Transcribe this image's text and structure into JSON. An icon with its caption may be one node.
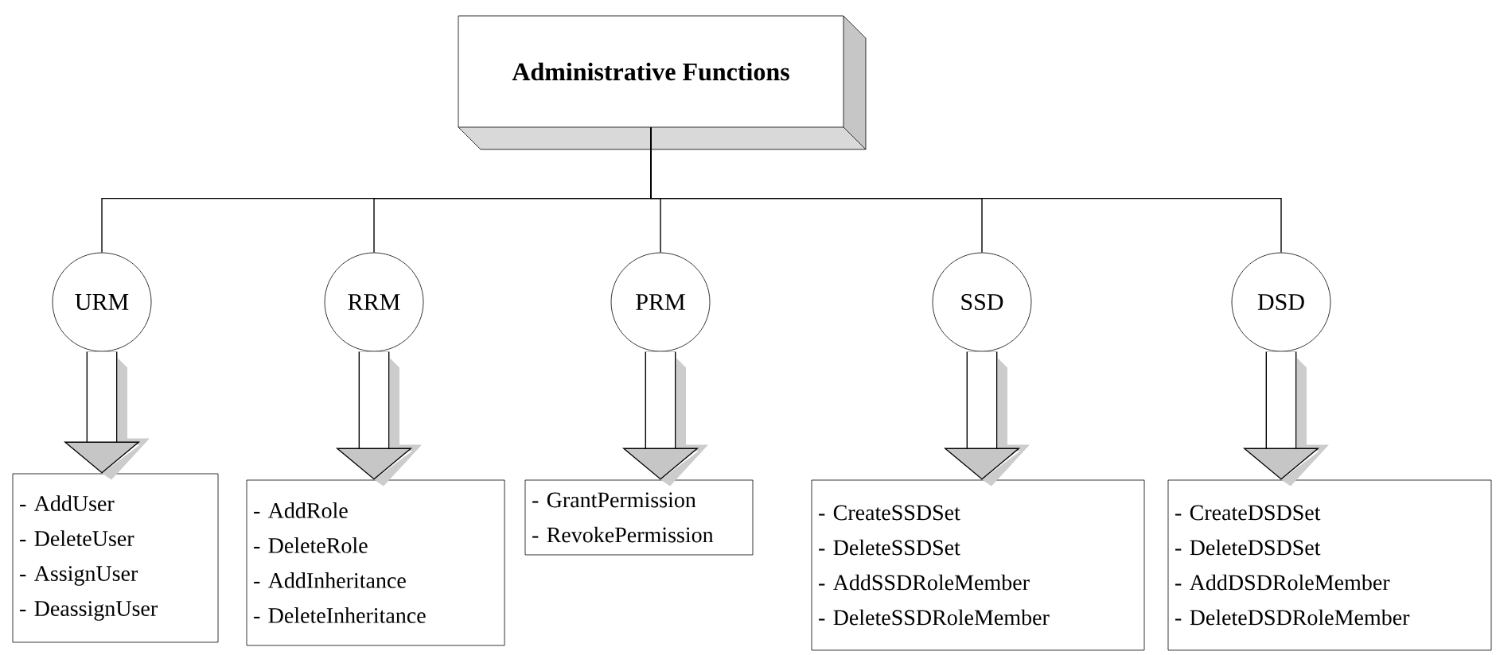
{
  "diagram": {
    "nodes": [
      {
        "text": [
          "Administrative Functions"
        ]
      },
      {
        "text": [
          "URM"
        ]
      },
      {
        "text": [
          "RRM"
        ]
      },
      {
        "text": [
          "PRM"
        ]
      },
      {
        "text": [
          "SSD"
        ]
      },
      {
        "text": [
          "DSD"
        ]
      },
      {
        "text": [
          "- AddUser",
          "- DeleteUser",
          "- AssignUser",
          "- DeassignUser"
        ]
      },
      {
        "text": [
          "- AddRole",
          "- DeleteRole",
          "- AddInheritance",
          "- DeleteInheritance"
        ]
      },
      {
        "text": [
          "- GrantPermission",
          "- RevokePermission"
        ]
      },
      {
        "text": [
          "- CreateSSDSet",
          "- DeleteSSDSet",
          "- AddSSDRoleMember",
          "- DeleteSSDRoleMember"
        ]
      },
      {
        "text": [
          "- CreateDSDSet",
          "- DeleteDSDSet",
          "- AddDSDRoleMember",
          "- DeleteDSDRoleMember"
        ]
      }
    ],
    "edges": [
      {
        "from": 0,
        "to": 1,
        "arrow": "none"
      },
      {
        "from": 0,
        "to": 2,
        "arrow": "none"
      },
      {
        "from": 0,
        "to": 3,
        "arrow": "none"
      },
      {
        "from": 0,
        "to": 4,
        "arrow": "none"
      },
      {
        "from": 0,
        "to": 5,
        "arrow": "none"
      },
      {
        "from": 1,
        "to": 6,
        "arrow": "to",
        "style": "thick"
      },
      {
        "from": 2,
        "to": 7,
        "arrow": "to",
        "style": "thick"
      },
      {
        "from": 3,
        "to": 8,
        "arrow": "to",
        "style": "thick"
      },
      {
        "from": 4,
        "to": 9,
        "arrow": "to",
        "style": "thick"
      },
      {
        "from": 5,
        "to": 10,
        "arrow": "to",
        "style": "thick"
      }
    ]
  }
}
